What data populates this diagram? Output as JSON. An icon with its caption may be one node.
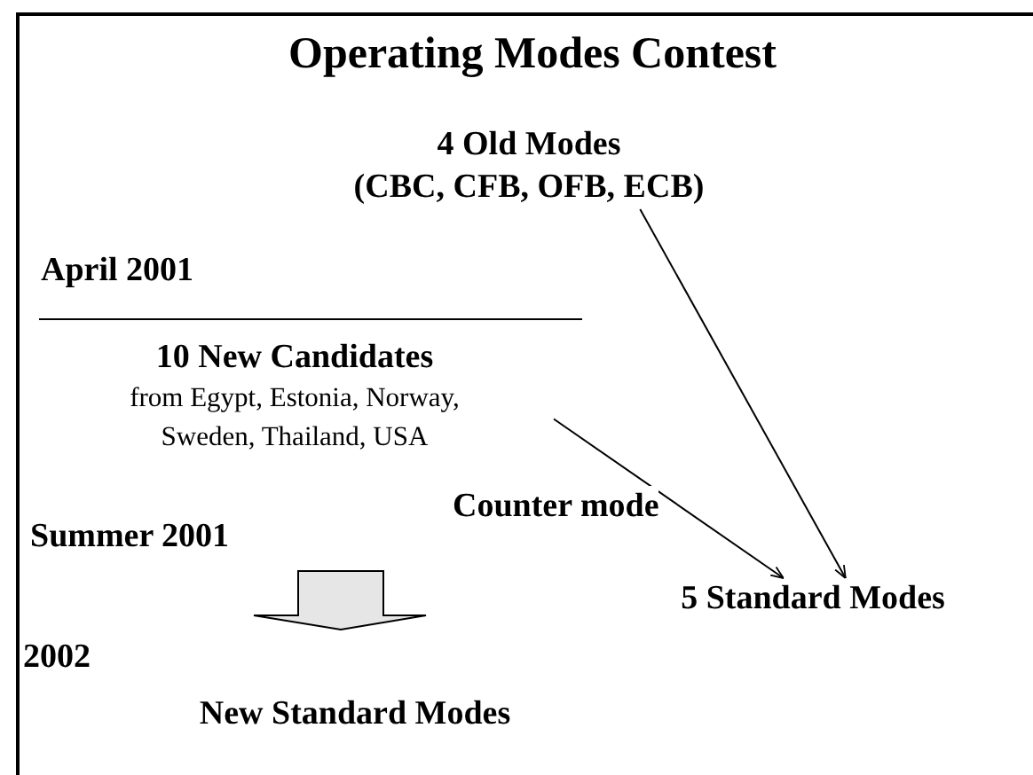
{
  "diagram": {
    "title": "Operating Modes Contest",
    "nodes": [
      {
        "text": [
          "4 Old Modes",
          "(CBC, CFB, OFB, ECB)"
        ]
      },
      {
        "text": [
          "10 New Candidates",
          "from Egypt, Estonia, Norway, Sweden, Thailand, USA"
        ]
      },
      {
        "text": [
          "5 Standard Modes"
        ]
      },
      {
        "text": [
          "New Standard Modes"
        ]
      }
    ],
    "edges": [
      {
        "from": 0,
        "to": 2,
        "arrow": "to"
      },
      {
        "from": 1,
        "to": 2,
        "arrow": "to",
        "label": "Counter mode"
      }
    ],
    "labels": [
      "April 2001",
      "Summer 2001",
      "2002"
    ]
  }
}
